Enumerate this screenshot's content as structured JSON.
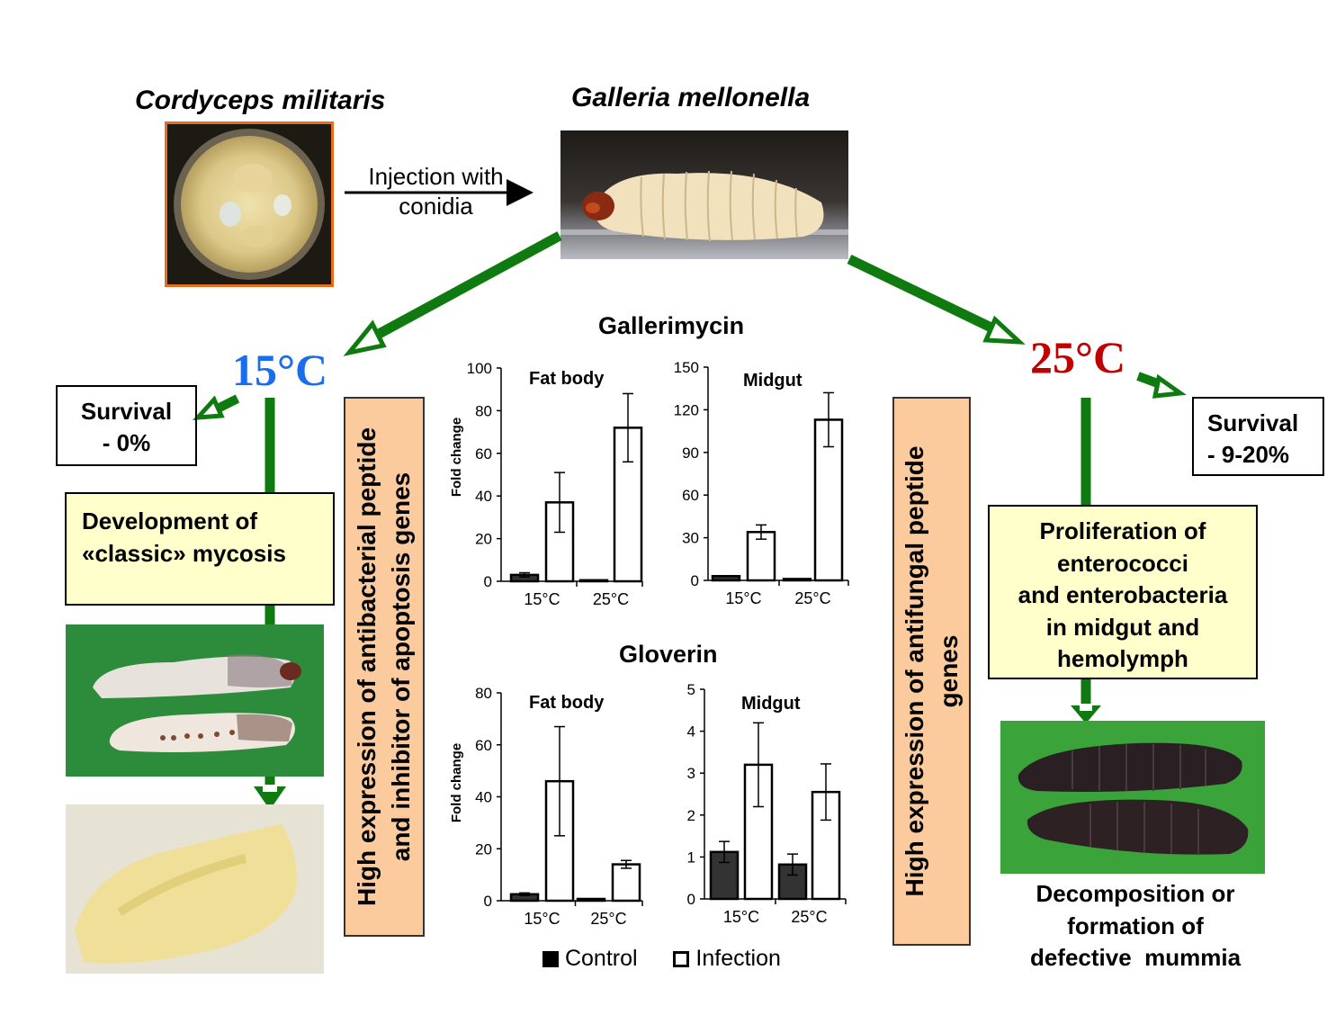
{
  "header": {
    "fungus_name": "Cordyceps militaris",
    "host_name": "Galleria mellonella",
    "injection_label_line1": "Injection with",
    "injection_label_line2": "conidia"
  },
  "left_branch": {
    "temperature": "15°C",
    "survival_line1": "Survival",
    "survival_line2": "- 0%",
    "outcome_line1": "Development of",
    "outcome_line2": "«classic» mycosis",
    "expression_line1": "High expression of antibacterial peptide",
    "expression_line2": "and inhibitor of apoptosis genes"
  },
  "right_branch": {
    "temperature": "25°C",
    "survival_line1": "Survival",
    "survival_line2": "- 9-20%",
    "expression_line1": "High expression of antifungal peptide",
    "expression_line2": "genes",
    "outcome_lines": [
      "Proliferation of",
      "enterococci",
      "and enterobacteria",
      "in midgut and",
      "hemolymph"
    ],
    "final_lines": [
      "Decomposition or",
      "formation of",
      "defective  mummia"
    ]
  },
  "gene1_title": "Gallerimycin",
  "gene2_title": "Gloverin",
  "legend": {
    "control": "Control",
    "infection": "Infection"
  },
  "colors": {
    "cold": "#1a6cf0",
    "warm": "#c00000",
    "arrow": "#0f7a0f",
    "band": "#fbcb9e",
    "note": "#ffffcc",
    "control_bar": "#333333",
    "photo_frame": "#e86c1e"
  },
  "chart_data": [
    {
      "type": "bar",
      "gene": "Gallerimycin",
      "title": "Fat body",
      "ylabel": "Fold change",
      "categories": [
        "15°C",
        "25°C"
      ],
      "ylim": [
        0,
        100
      ],
      "yticks": [
        0,
        20,
        40,
        60,
        80,
        100
      ],
      "series": [
        {
          "name": "Control",
          "values": [
            3,
            0.5
          ],
          "errors": [
            1,
            0
          ]
        },
        {
          "name": "Infection",
          "values": [
            37,
            72
          ],
          "errors": [
            14,
            16
          ]
        }
      ]
    },
    {
      "type": "bar",
      "gene": "Gallerimycin",
      "title": "Midgut",
      "ylabel": "",
      "categories": [
        "15°C",
        "25°C"
      ],
      "ylim": [
        0,
        150
      ],
      "yticks": [
        0,
        30,
        60,
        90,
        120,
        150
      ],
      "series": [
        {
          "name": "Control",
          "values": [
            3,
            1
          ],
          "errors": [
            0,
            0
          ]
        },
        {
          "name": "Infection",
          "values": [
            34,
            113
          ],
          "errors": [
            5,
            19
          ]
        }
      ]
    },
    {
      "type": "bar",
      "gene": "Gloverin",
      "title": "Fat body",
      "ylabel": "Fold change",
      "categories": [
        "15°C",
        "25°C"
      ],
      "ylim": [
        0,
        80
      ],
      "yticks": [
        0,
        20,
        40,
        60,
        80
      ],
      "series": [
        {
          "name": "Control",
          "values": [
            2.5,
            0.7
          ],
          "errors": [
            0.5,
            0
          ]
        },
        {
          "name": "Infection",
          "values": [
            46,
            14
          ],
          "errors": [
            21,
            1.5
          ]
        }
      ]
    },
    {
      "type": "bar",
      "gene": "Gloverin",
      "title": "Midgut",
      "ylabel": "",
      "categories": [
        "15°C",
        "25°C"
      ],
      "ylim": [
        0,
        5
      ],
      "yticks": [
        0,
        1,
        2,
        3,
        4,
        5
      ],
      "series": [
        {
          "name": "Control",
          "values": [
            1.12,
            0.82
          ],
          "errors": [
            0.25,
            0.25
          ]
        },
        {
          "name": "Infection",
          "values": [
            3.2,
            2.55
          ],
          "errors": [
            1,
            0.67
          ]
        }
      ]
    }
  ]
}
